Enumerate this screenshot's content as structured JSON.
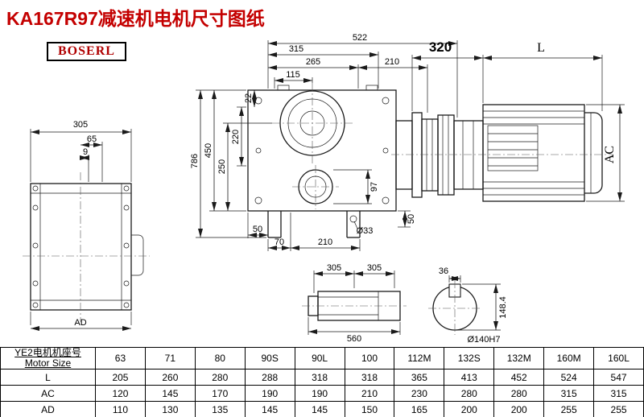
{
  "title": "KA167R97减速机电机尺寸图纸",
  "logo": "BOSERL",
  "drawing": {
    "left_view": {
      "d305": "305",
      "d65": "65",
      "d9": "9",
      "ad": "AD"
    },
    "main_view": {
      "d522": "522",
      "d315": "315",
      "d265": "265",
      "d210_top": "210",
      "d115": "115",
      "d22": "22",
      "d220": "220",
      "d250": "250",
      "d450": "450",
      "d786": "786",
      "d97": "97",
      "d50_left": "50",
      "d70": "70",
      "d210_bottom": "210",
      "d33": "Ø33",
      "d50_right": "50"
    },
    "motor_view": {
      "d320": "320",
      "dL": "L",
      "dAC": "AC"
    },
    "shaft_view": {
      "d305a": "305",
      "d305b": "305",
      "d560": "560"
    },
    "section_view": {
      "d36": "36",
      "d148": "148.4",
      "d140": "Ø140H7"
    }
  },
  "table": {
    "header": {
      "line1": "YE2电机机座号",
      "line2": "Motor Size"
    },
    "sizes": [
      "63",
      "71",
      "80",
      "90S",
      "90L",
      "100",
      "112M",
      "132S",
      "132M",
      "160M",
      "160L"
    ],
    "rows": [
      {
        "label": "L",
        "values": [
          "205",
          "260",
          "280",
          "288",
          "318",
          "318",
          "365",
          "413",
          "452",
          "524",
          "547"
        ]
      },
      {
        "label": "AC",
        "values": [
          "120",
          "145",
          "170",
          "190",
          "190",
          "210",
          "230",
          "280",
          "280",
          "315",
          "315"
        ]
      },
      {
        "label": "AD",
        "values": [
          "110",
          "130",
          "135",
          "145",
          "145",
          "150",
          "165",
          "200",
          "200",
          "255",
          "255"
        ]
      }
    ]
  }
}
